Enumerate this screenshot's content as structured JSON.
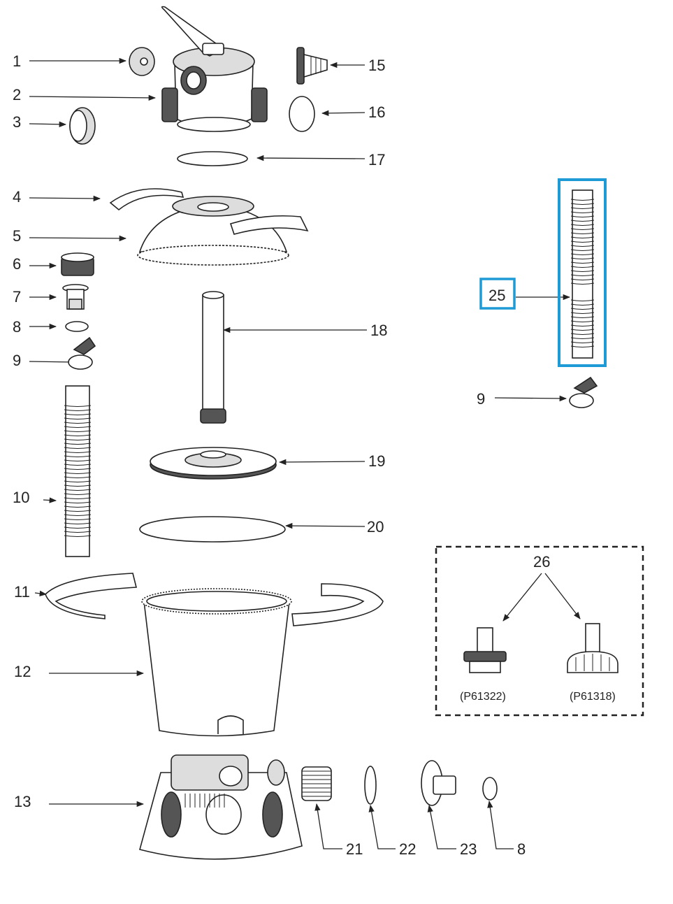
{
  "diagram": {
    "callouts": {
      "c1": "1",
      "c2": "2",
      "c3": "3",
      "c4": "4",
      "c5": "5",
      "c6": "6",
      "c7": "7",
      "c8": "8",
      "c9": "9",
      "c10": "10",
      "c11": "11",
      "c12": "12",
      "c13": "13",
      "c15": "15",
      "c16": "16",
      "c17": "17",
      "c18": "18",
      "c19": "19",
      "c20": "20",
      "c21": "21",
      "c22": "22",
      "c23": "23",
      "c8b": "8",
      "c25": "25",
      "c9b": "9",
      "c26": "26"
    },
    "variants": {
      "left": "(P61322)",
      "right": "(P61318)"
    },
    "colors": {
      "highlight": "#1e9ad6"
    }
  }
}
